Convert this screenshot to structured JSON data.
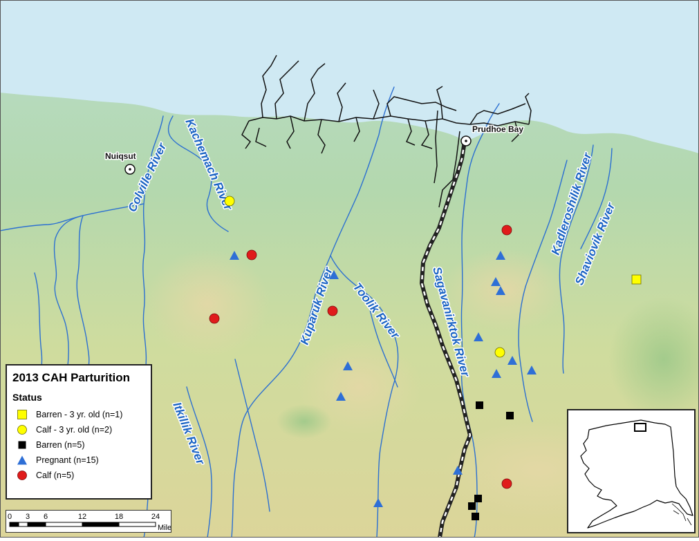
{
  "legend": {
    "title": "2013 CAH Parturition",
    "subtitle": "Status",
    "items": [
      {
        "label": "Barren - 3 yr. old (n=1)",
        "symbol": "square",
        "color": "#ffff00"
      },
      {
        "label": "Calf - 3 yr. old (n=2)",
        "symbol": "circle",
        "color": "#ffff00"
      },
      {
        "label": "Barren (n=5)",
        "symbol": "square",
        "color": "#000000"
      },
      {
        "label": "Pregnant (n=15)",
        "symbol": "triangle",
        "color": "#2e6fd6"
      },
      {
        "label": "Calf (n=5)",
        "symbol": "circle",
        "color": "#e01b1b"
      }
    ]
  },
  "places": {
    "nuiqsut": "Nuiqsut",
    "prudhoe_bay": "Prudhoe Bay"
  },
  "rivers": {
    "colville": "Colville River",
    "kachemach": "Kachemach River",
    "itkillik": "Itkillik River",
    "kuparuk": "Kuparuk River",
    "toolik": "Toolik River",
    "sagavanirktok": "Sagavanirktok River",
    "kadleroshilik": "Kadleroshilik River",
    "shaviovik": "Shaviovik River"
  },
  "scale": {
    "ticks": [
      "0",
      "3",
      "6",
      "12",
      "18",
      "24"
    ],
    "unit": "Miles"
  },
  "colors": {
    "ocean": "#cfe9f3",
    "river": "#2b6fd1",
    "road": "#111111",
    "pipeline": "#222222"
  },
  "icons": {
    "town_marker": "star-in-circle-icon"
  }
}
